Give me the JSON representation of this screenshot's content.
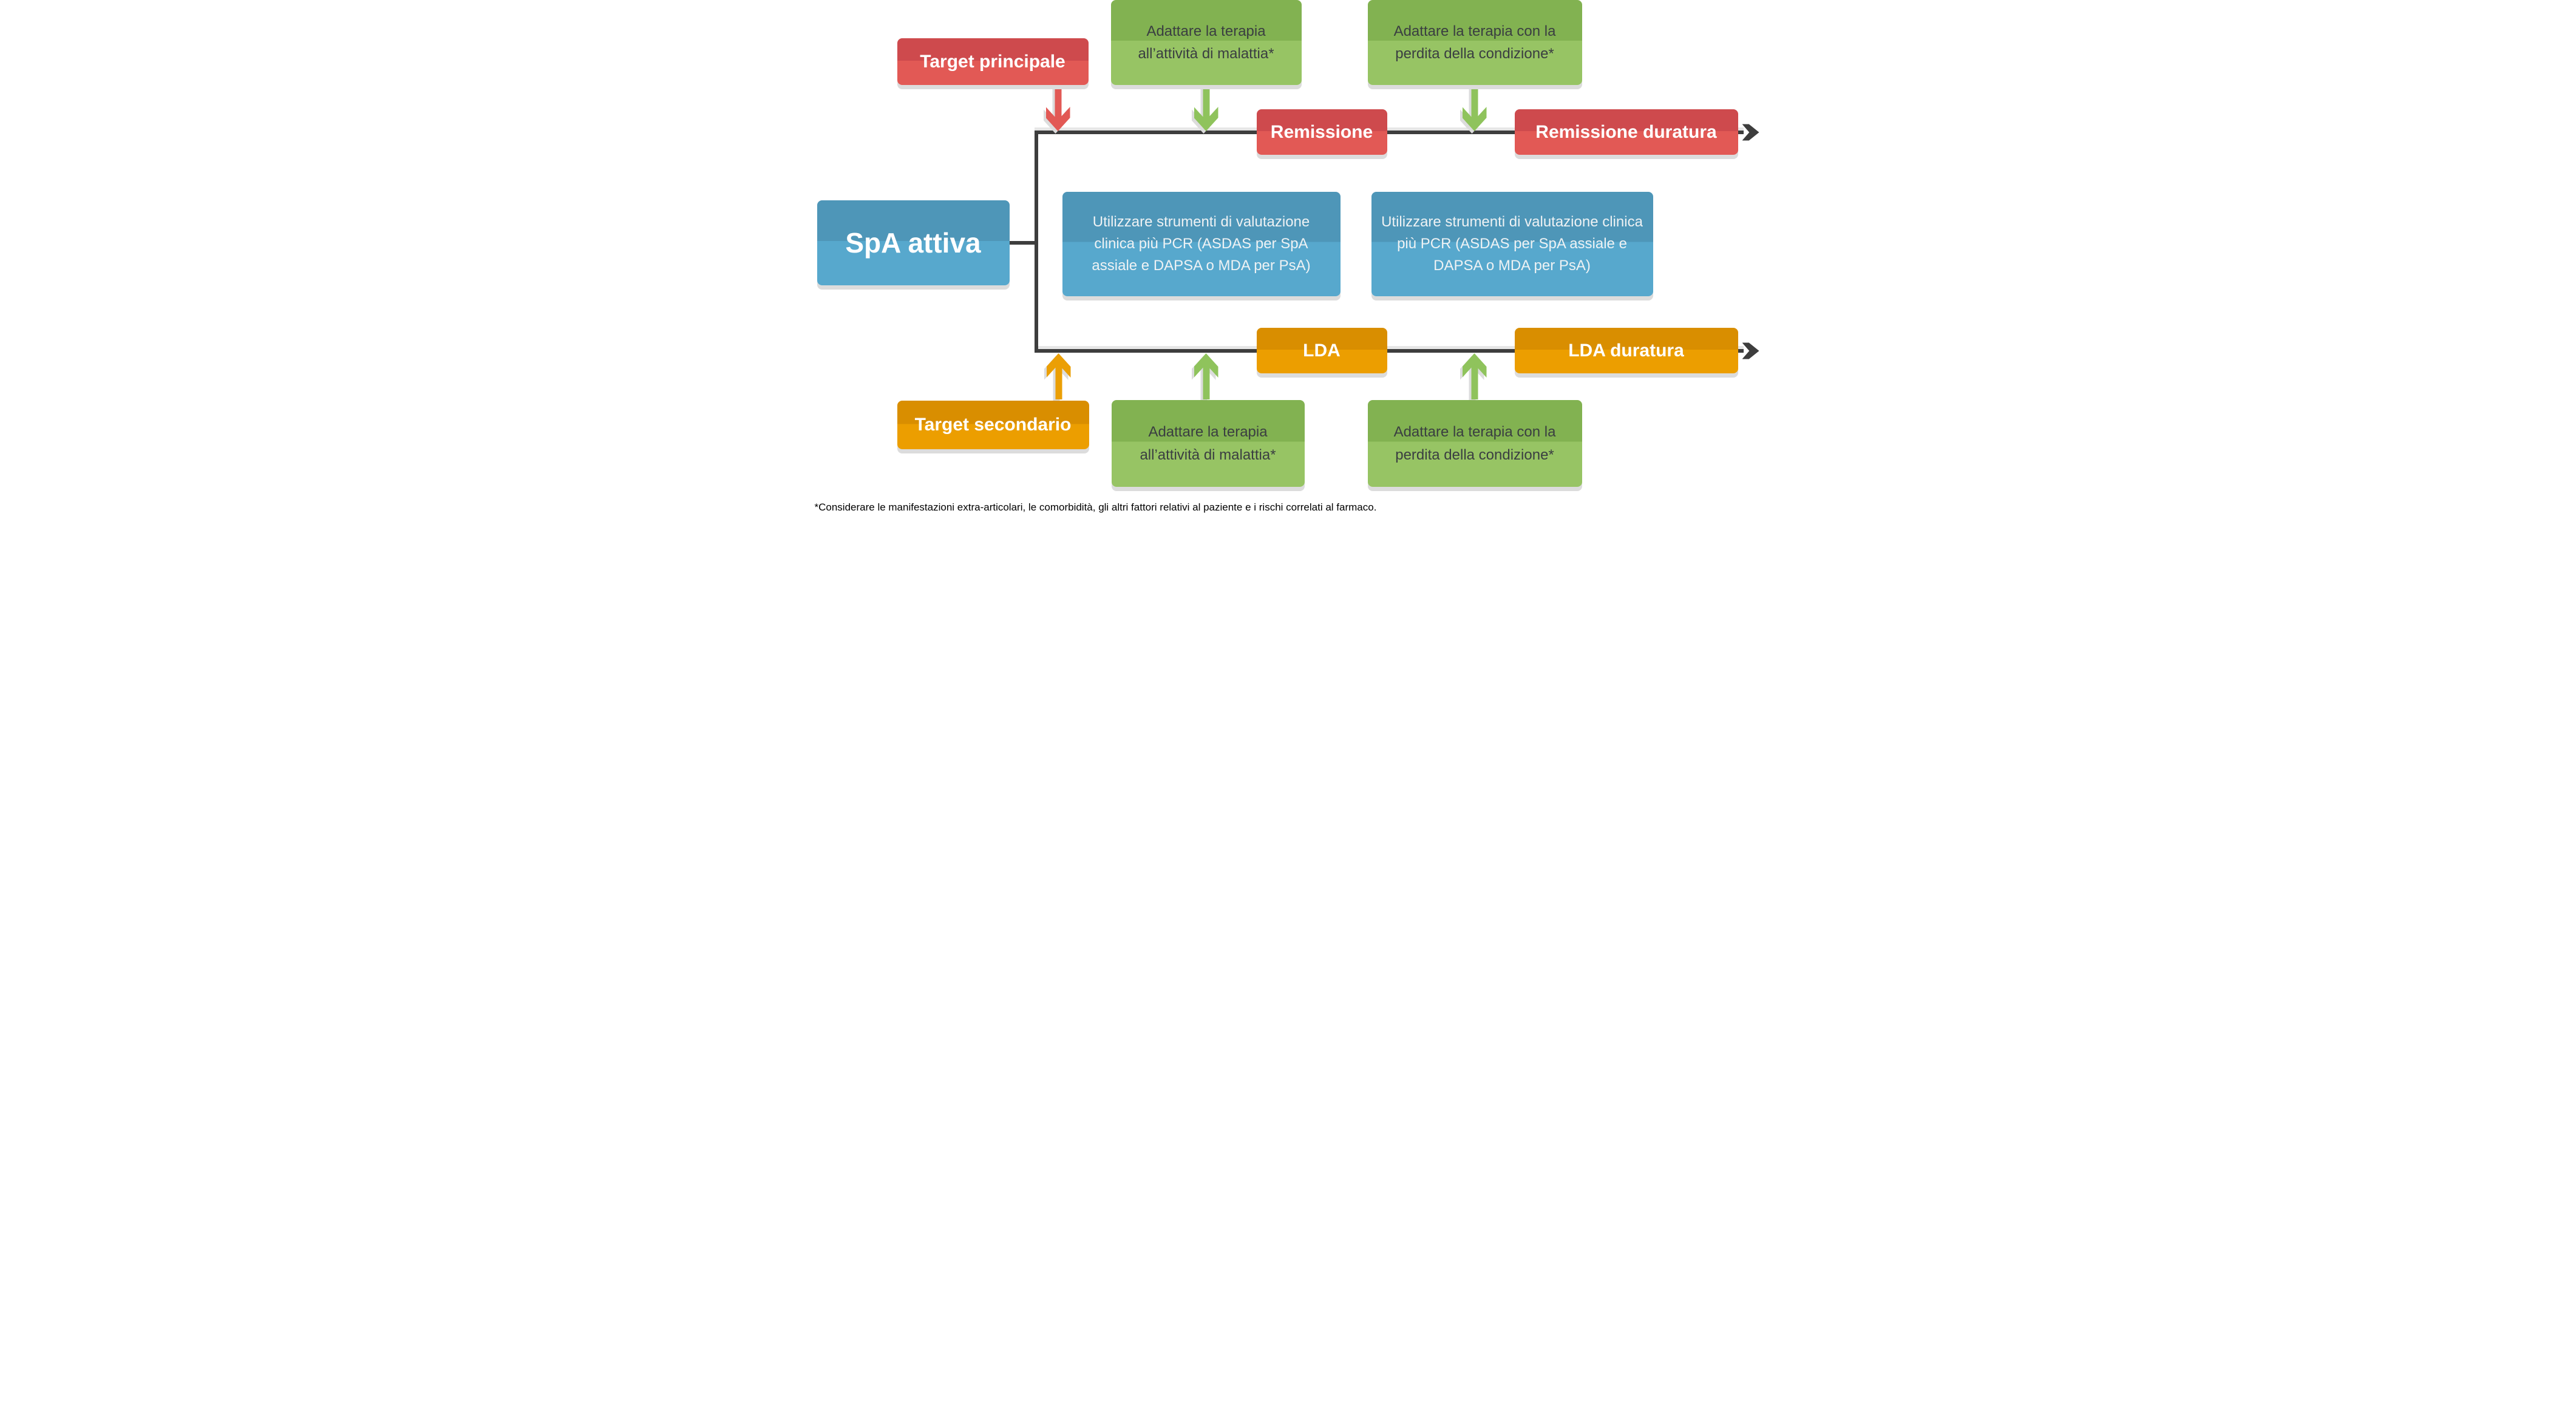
{
  "colors": {
    "red_dark": "#ce4a4d",
    "red_light": "#e25955",
    "green_dark": "#82b251",
    "green_light": "#97c464",
    "green_arrow": "#8fc35c",
    "blue_dark": "#4e96b8",
    "blue_light": "#57a8cd",
    "orange_dark": "#d98e00",
    "orange_light": "#ec9e00",
    "orange_arrow": "#eb9f05",
    "line": "#3d3d3d",
    "shadow": "#dcdcdc",
    "green_box_text": "#3a3e41",
    "headline_text": "#ffffff",
    "footnote_text": "#000000"
  },
  "nodes": {
    "target_principale": {
      "label": "Target principale"
    },
    "adapt_activity_top": {
      "label": "Adattare la terapia all’attività di malattia*"
    },
    "adapt_loss_top": {
      "label": "Adattare la terapia con la perdita della condizione*"
    },
    "remissione": {
      "label": "Remissione"
    },
    "remissione_duratura": {
      "label": "Remissione duratura"
    },
    "spa_attiva": {
      "label": "SpA attiva"
    },
    "strumenti_top": {
      "label": "Utilizzare strumenti di valutazione clinica più PCR (ASDAS per SpA assiale e DAPSA o MDA per PsA)"
    },
    "strumenti_bottom": {
      "label": "Utilizzare strumenti di valutazione clinica più PCR (ASDAS per SpA assiale e DAPSA o MDA per PsA)"
    },
    "lda": {
      "label": "LDA"
    },
    "lda_duratura": {
      "label": "LDA duratura"
    },
    "target_secondario": {
      "label": "Target secondario"
    },
    "adapt_activity_bottom": {
      "label": "Adattare la terapia all’attività di malattia*"
    },
    "adapt_loss_bottom": {
      "label": "Adattare la terapia con la perdita della condizione*"
    }
  },
  "footnote": "*Considerare le manifestazioni extra-articolari, le comorbidità, gli altri fattori relativi al paziente e i rischi correlati al farmaco."
}
